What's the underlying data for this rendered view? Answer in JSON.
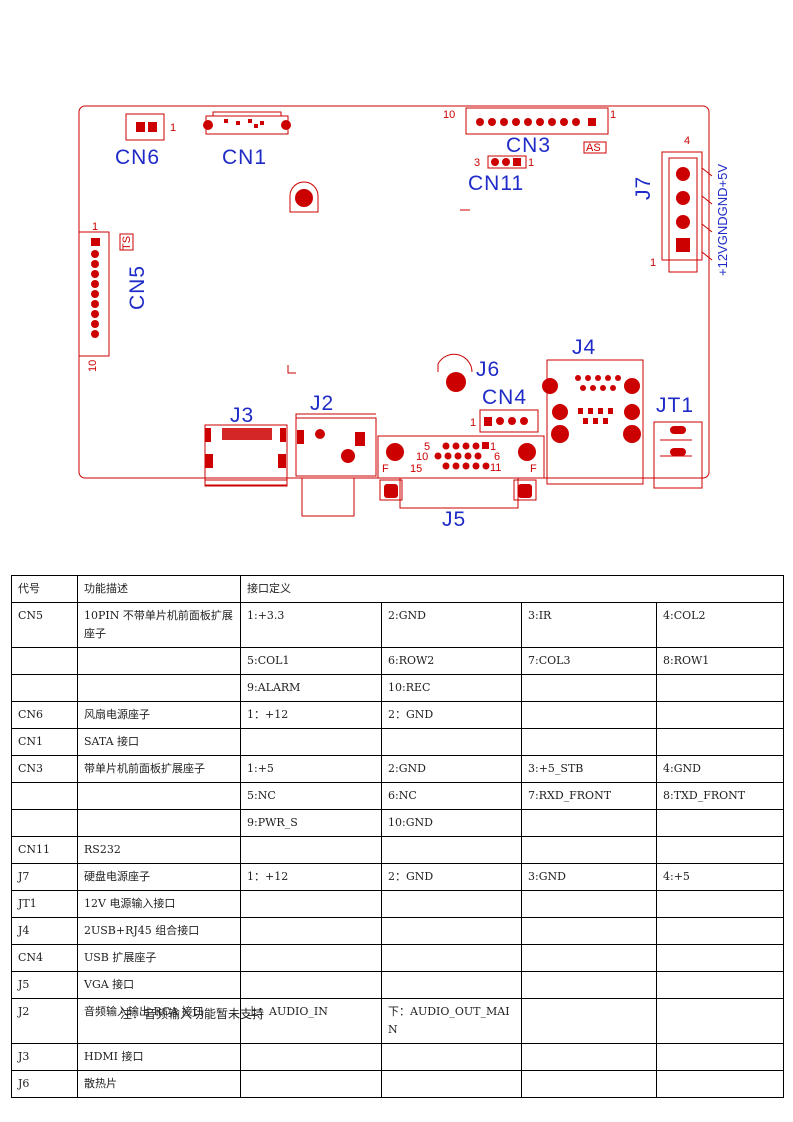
{
  "board": {
    "labels": {
      "cn6": "CN6",
      "cn1": "CN1",
      "cn3": "CN3",
      "cn11": "CN11",
      "j7": "J7",
      "cn5": "CN5",
      "j6": "J6",
      "cn4": "CN4",
      "j4": "J4",
      "jt1": "JT1",
      "j3": "J3",
      "j2": "J2",
      "j5": "J5"
    },
    "pin_marks": {
      "cn6_1": "1",
      "cn3_10": "10",
      "cn3_1": "1",
      "cn3_as": "AS",
      "cn11_3": "3",
      "cn11_1": "1",
      "j7_4": "4",
      "j7_1": "1",
      "j7_side": "+12VGNDGND+5V",
      "cn5_1": "1",
      "cn5_10": "10",
      "cn5_ts": "TS",
      "cn4_1": "1",
      "j5_5": "5",
      "j5_1": "1",
      "j5_10": "10",
      "j5_6": "6",
      "j5_15": "15",
      "j5_11": "11",
      "j5_f1": "F",
      "j5_f2": "F"
    }
  },
  "table": {
    "header": [
      "代号",
      "功能描述",
      "接口定义"
    ],
    "rows": [
      [
        "CN5",
        "10PIN 不带单片机前面板扩展座子",
        "1:+3.3",
        "2:GND",
        "3:IR",
        "4:COL2"
      ],
      [
        "",
        "",
        "5:COL1",
        "6:ROW2",
        "7:COL3",
        "8:ROW1"
      ],
      [
        "",
        "",
        "9:ALARM",
        "10:REC",
        "",
        ""
      ],
      [
        "CN6",
        "风扇电源座子",
        "1：+12",
        "2：GND",
        "",
        ""
      ],
      [
        "CN1",
        "SATA 接口",
        "",
        "",
        "",
        ""
      ],
      [
        "CN3",
        "带单片机前面板扩展座子",
        "1:+5",
        "2:GND",
        "3:+5_STB",
        "4:GND"
      ],
      [
        "",
        "",
        "5:NC",
        "6:NC",
        "7:RXD_FRONT",
        "8:TXD_FRONT"
      ],
      [
        "",
        "",
        "9:PWR_S",
        "10:GND",
        "",
        ""
      ],
      [
        "CN11",
        "RS232",
        "",
        "",
        "",
        ""
      ],
      [
        "J7",
        "硬盘电源座子",
        "1：+12",
        "2：GND",
        "3:GND",
        "4:+5"
      ],
      [
        "JT1",
        "12V 电源输入接口",
        "",
        "",
        "",
        ""
      ],
      [
        "J4",
        "2USB+RJ45 组合接口",
        "",
        "",
        "",
        ""
      ],
      [
        "CN4",
        "USB 扩展座子",
        "",
        "",
        "",
        ""
      ],
      [
        "J5",
        "VGA 接口",
        "",
        "",
        "",
        ""
      ],
      [
        "J2",
        "音频输入输出 RCA 接口",
        "上：AUDIO_IN",
        "下：AUDIO_OUT_MAIN",
        "",
        ""
      ],
      [
        "J3",
        "HDMI 接口",
        "",
        "",
        "",
        ""
      ],
      [
        "J6",
        "散热片",
        "",
        "",
        "",
        ""
      ]
    ]
  },
  "note": "注：音频输入功能暂未支持",
  "colors": {
    "pcb_red": "#cc0000",
    "label_blue": "#1e2bc7"
  }
}
